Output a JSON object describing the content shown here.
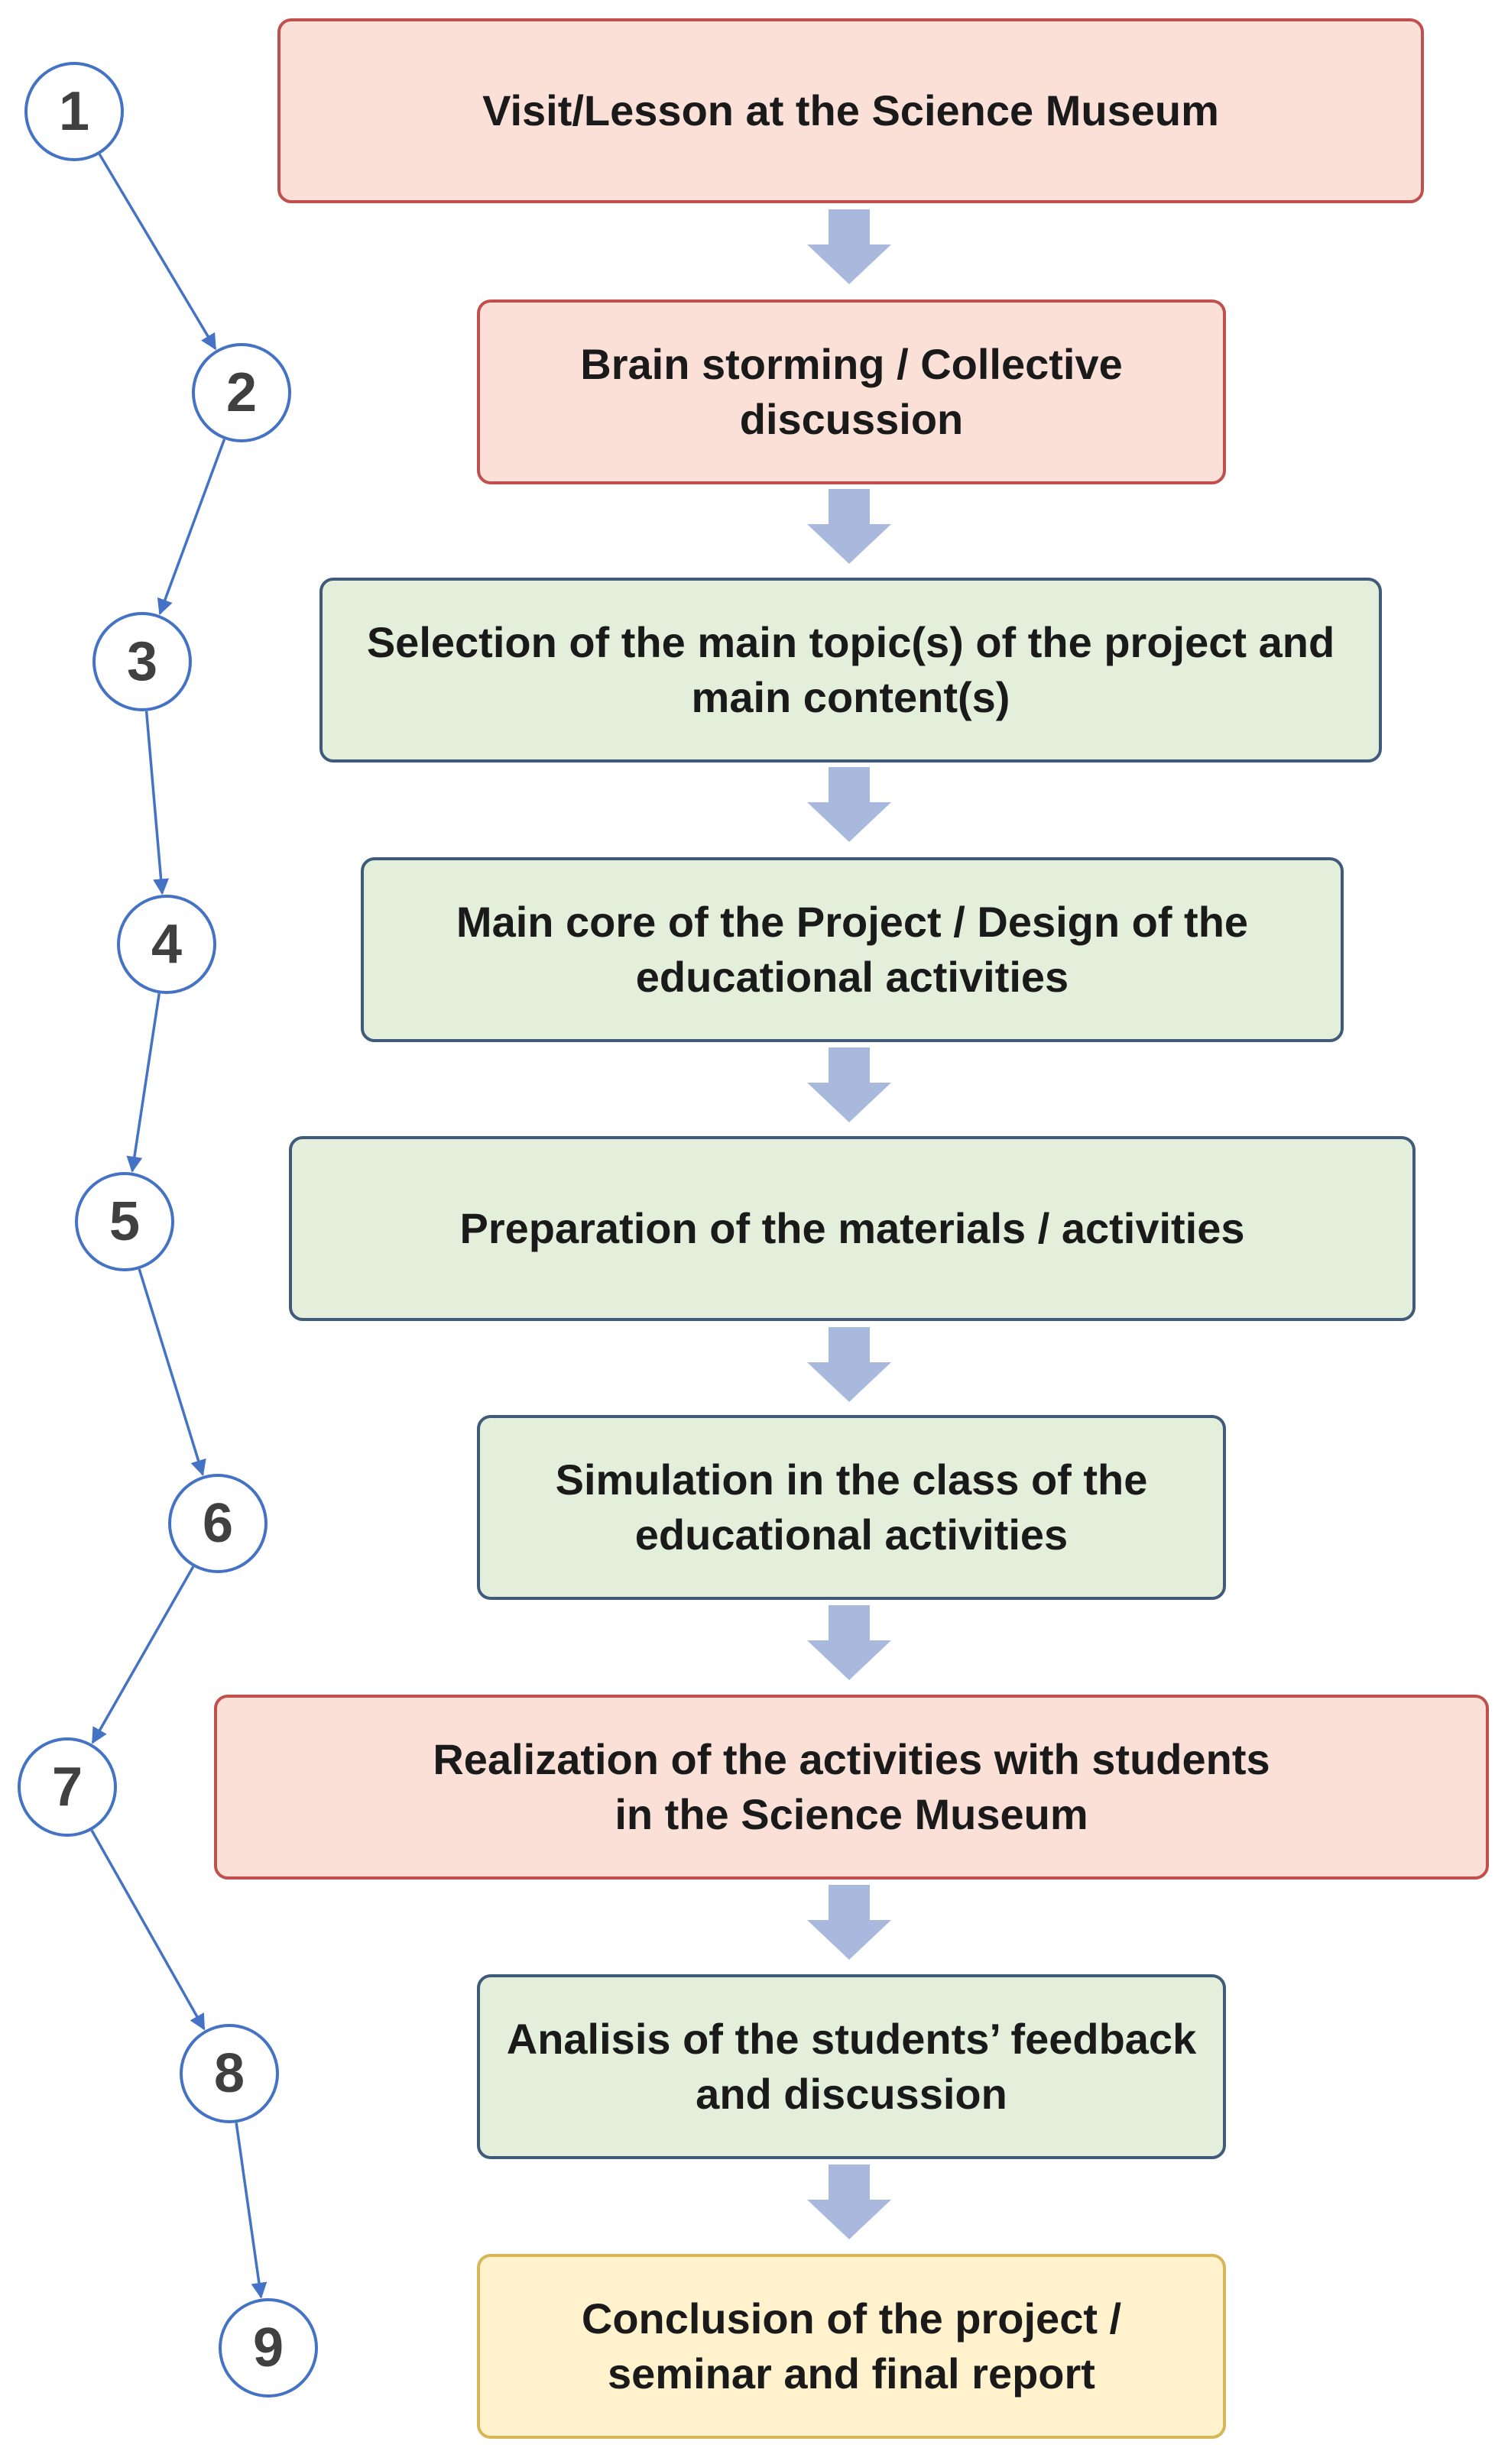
{
  "diagram": {
    "colors": {
      "red_fill": "#fae0d6",
      "red_border": "#c0504d",
      "green_fill": "#e3efda",
      "green_border": "#3f5a7a",
      "yellow_fill": "#fff2cc",
      "yellow_border": "#d6b656",
      "circle_border": "#4472c4",
      "connector": "#4472c4",
      "arrow": "#a9b9de"
    },
    "steps": [
      {
        "number": "1",
        "text": "Visit/Lesson at the Science Museum",
        "color": "red"
      },
      {
        "number": "2",
        "text": "Brain storming / Collective\ndiscussion",
        "color": "red"
      },
      {
        "number": "3",
        "text": "Selection of the main topic(s) of the project and\nmain content(s)",
        "color": "green"
      },
      {
        "number": "4",
        "text": "Main core of the Project / Design of the\neducational activities",
        "color": "green"
      },
      {
        "number": "5",
        "text": "Preparation of the materials / activities",
        "color": "green"
      },
      {
        "number": "6",
        "text": "Simulation in the class of the\neducational activities",
        "color": "green"
      },
      {
        "number": "7",
        "text": "Realization of the activities with students\nin the Science Museum",
        "color": "red"
      },
      {
        "number": "8",
        "text": "Analisis of the students’ feedback\nand discussion",
        "color": "green"
      },
      {
        "number": "9",
        "text": "Conclusion of the project /\nseminar and final report",
        "color": "yellow"
      }
    ]
  }
}
